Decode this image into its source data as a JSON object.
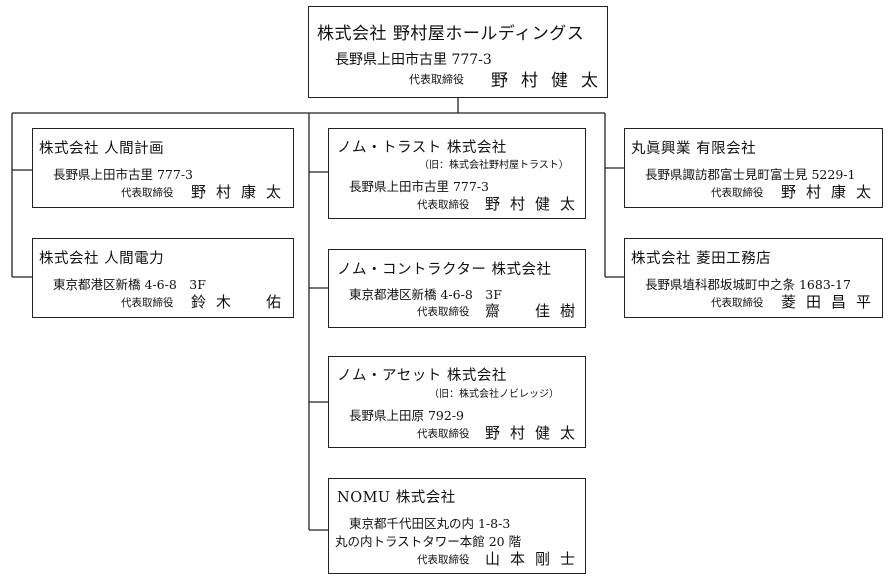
{
  "holding": {
    "name": "株式会社 野村屋ホールディングス",
    "address": "長野県上田市古里 777-3",
    "role": "代表取締役",
    "rep": "野村健太"
  },
  "left": [
    {
      "name": "株式会社 人間計画",
      "address": "長野県上田市古里 777-3",
      "role": "代表取締役",
      "rep": "野村康太"
    },
    {
      "name": "株式会社 人間電力",
      "address": "東京都港区新橋 4-6-8　3F",
      "role": "代表取締役",
      "rep": "鈴木　佑"
    }
  ],
  "center": [
    {
      "name": "ノム・トラスト 株式会社",
      "note": "（旧：株式会社野村屋トラスト）",
      "address": "長野県上田市古里 777-3",
      "role": "代表取締役",
      "rep": "野村健太"
    },
    {
      "name": "ノム・コントラクター 株式会社",
      "address": "東京都港区新橋 4-6-8　3F",
      "role": "代表取締役",
      "rep": "齋　佳樹"
    },
    {
      "name": "ノム・アセット 株式会社",
      "note": "（旧：株式会社ノビレッジ）",
      "address": "長野県上田原 792-9",
      "role": "代表取締役",
      "rep": "野村健太"
    },
    {
      "name": "NOMU 株式会社",
      "address": "東京都千代田区丸の内 1-8-3",
      "address2": "丸の内トラストタワー本館 20 階",
      "role": "代表取締役",
      "rep": "山本剛士"
    }
  ],
  "right": [
    {
      "name": "丸眞興業 有限会社",
      "address": "長野県諏訪郡富士見町富士見 5229-1",
      "role": "代表取締役",
      "rep": "野村康太"
    },
    {
      "name": "株式会社 菱田工務店",
      "address": "長野県埴科郡坂城町中之条 1683-17",
      "role": "代表取締役",
      "rep": "菱田昌平"
    }
  ]
}
